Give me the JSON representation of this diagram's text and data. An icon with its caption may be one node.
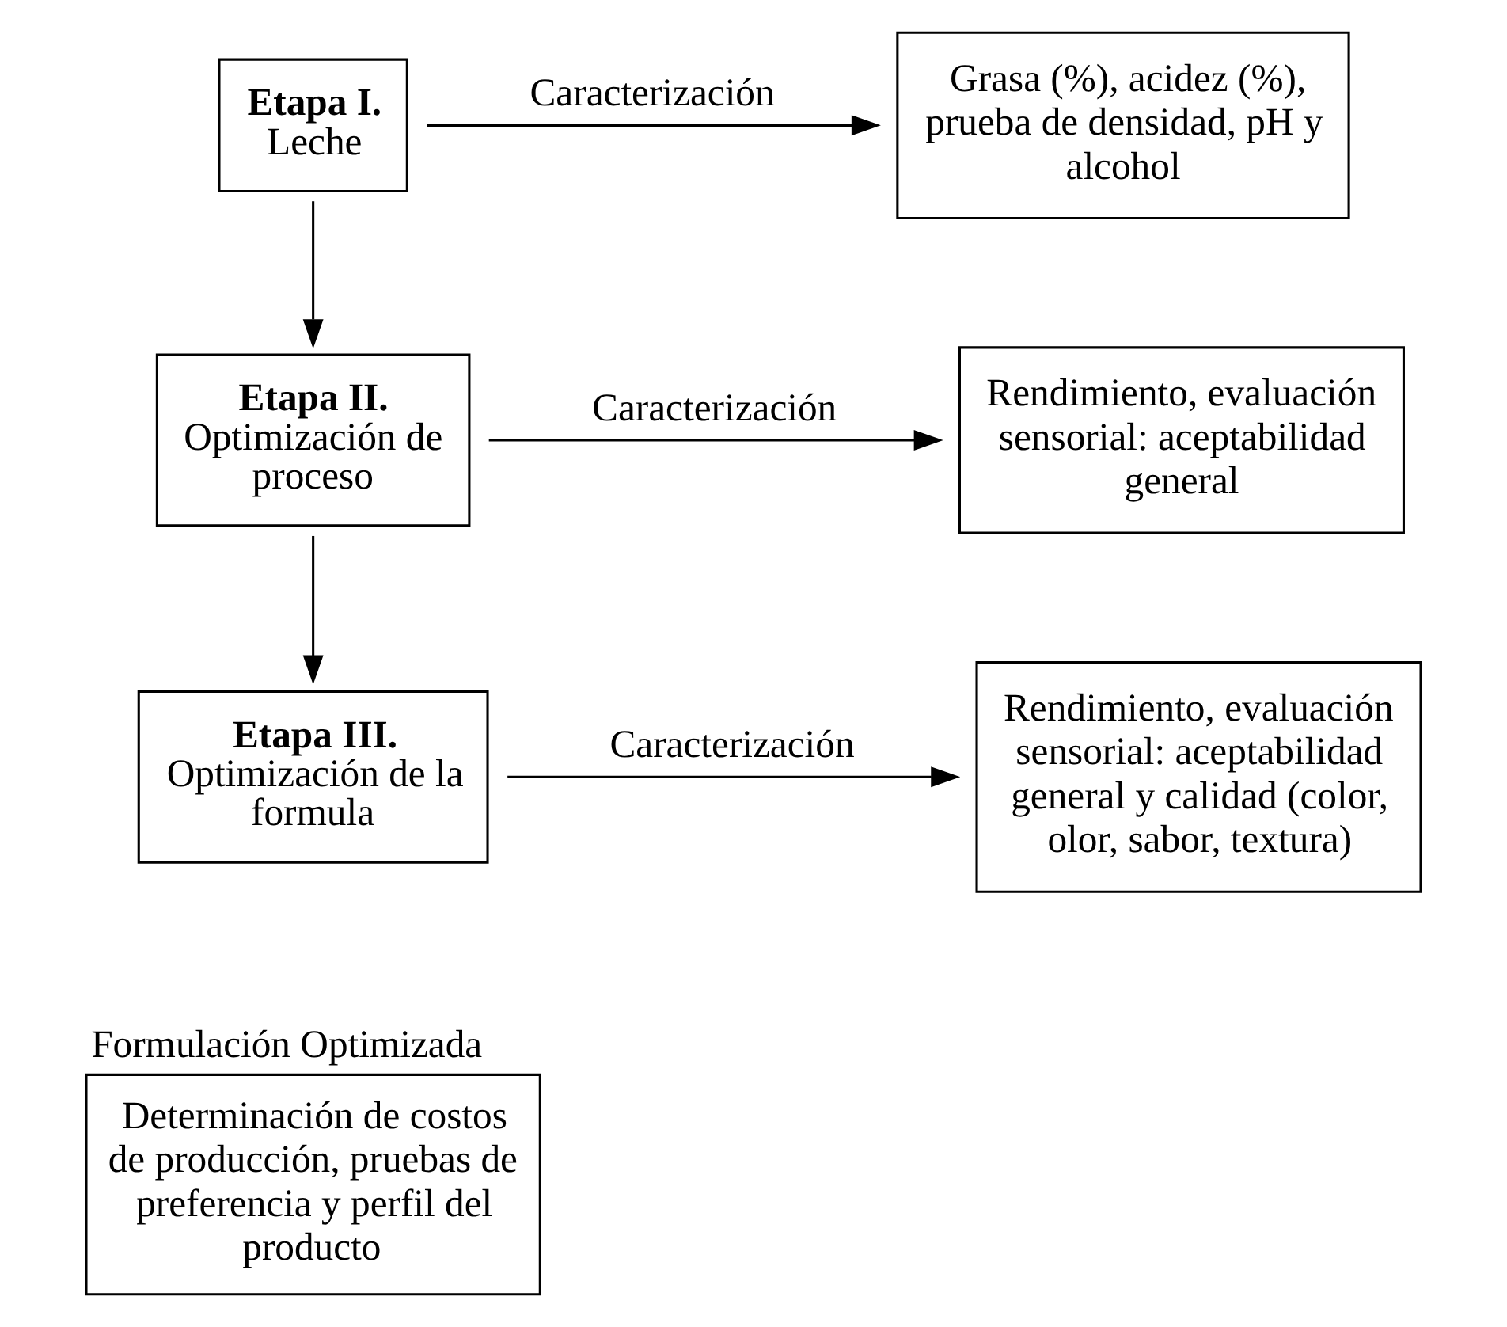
{
  "diagram": {
    "nodes": [
      {
        "text": [
          "Etapa I.",
          "Leche"
        ]
      },
      {
        "text": [
          "Grasa (%), acidez (%), prueba de densidad, pH y alcohol"
        ]
      },
      {
        "text": [
          "Etapa II.",
          "Optimización de proceso"
        ]
      },
      {
        "text": [
          "Rendimiento, evaluación sensorial: aceptabilidad general"
        ]
      },
      {
        "text": [
          "Etapa III.",
          "Optimización de la formula"
        ]
      },
      {
        "text": [
          "Rendimiento, evaluación sensorial: aceptabilidad general y calidad (color, olor, sabor, textura)"
        ]
      },
      {
        "text": [
          "Formulación Optimizada",
          "Determinación de costos de producción, pruebas de preferencia y perfil del producto"
        ]
      }
    ],
    "edges": [
      {
        "from": 0,
        "to": 1,
        "arrow": "to",
        "label": "Caracterización"
      },
      {
        "from": 0,
        "to": 2,
        "arrow": "to"
      },
      {
        "from": 2,
        "to": 3,
        "arrow": "to",
        "label": "Caracterización"
      },
      {
        "from": 2,
        "to": 4,
        "arrow": "to"
      },
      {
        "from": 4,
        "to": 5,
        "arrow": "to",
        "label": "Caracterización"
      }
    ]
  }
}
